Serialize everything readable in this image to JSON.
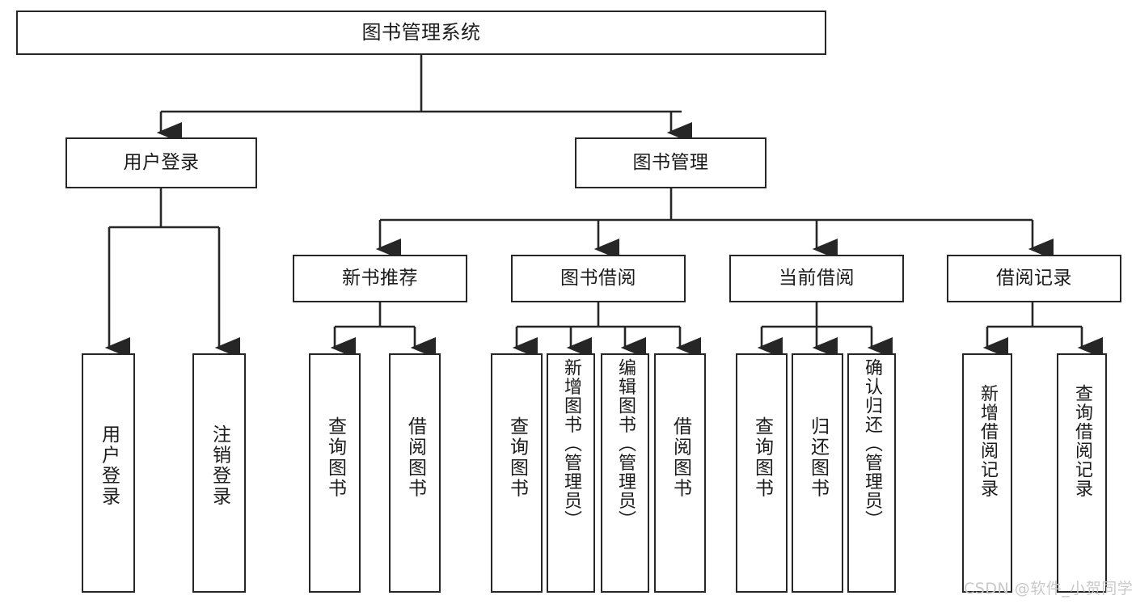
{
  "diagram": {
    "title": "图书管理系统",
    "watermark": "CSDN @软件_小贺同学",
    "line_color": "#262626",
    "box_fill": "#ffffff",
    "text_color": "#1b1b1b",
    "levels": {
      "root": "图书管理系统",
      "level2": [
        "用户登录",
        "图书管理"
      ],
      "level3": [
        "新书推荐",
        "图书借阅",
        "当前借阅",
        "借阅记录"
      ]
    },
    "nodes": {
      "root": {
        "label": "图书管理系统"
      },
      "user_login": {
        "label": "用户登录"
      },
      "book_manage": {
        "label": "图书管理"
      },
      "new_book_rec": {
        "label": "新书推荐"
      },
      "book_borrow": {
        "label": "图书借阅"
      },
      "current_borrow": {
        "label": "当前借阅"
      },
      "borrow_record": {
        "label": "借阅记录"
      },
      "leaf_user_login": {
        "label": "用户登录"
      },
      "leaf_logout": {
        "label": "注销登录"
      },
      "leaf_query_book_1": {
        "label": "查询图书"
      },
      "leaf_borrow_book_1": {
        "label": "借阅图书"
      },
      "leaf_query_book_2": {
        "label": "查询图书"
      },
      "leaf_add_book": {
        "label": "新增图书（管理员）"
      },
      "leaf_edit_book": {
        "label": "编辑图书（管理员）"
      },
      "leaf_borrow_book_2": {
        "label": "借阅图书"
      },
      "leaf_query_book_3": {
        "label": "查询图书"
      },
      "leaf_return_book": {
        "label": "归还图书"
      },
      "leaf_confirm_return": {
        "label": "确认归还（管理员）"
      },
      "leaf_add_record": {
        "label": "新增借阅记录"
      },
      "leaf_query_record": {
        "label": "查询借阅记录"
      }
    }
  }
}
